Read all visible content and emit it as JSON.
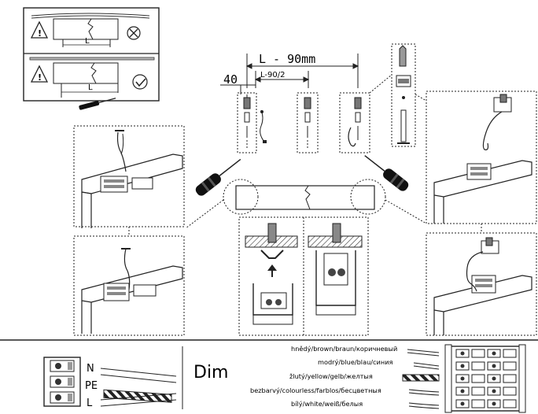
{
  "dimensions": {
    "length_label": "L - 90mm",
    "offset_label": "40",
    "half_label": "L-90/2",
    "top_length": "L"
  },
  "dim_label": "Dim",
  "terminal_labels": [
    "N",
    "PE",
    "L"
  ],
  "wire_labels": [
    "hnědý/brown/braun/коричневый",
    "modrý/blue/blau/синия",
    "žlutý/yellow/gelb/желтыя",
    "bezbarvý/colourless/farblos/бесцветныя",
    "bílý/white/weiß/белыя"
  ],
  "warning_symbol": "!"
}
